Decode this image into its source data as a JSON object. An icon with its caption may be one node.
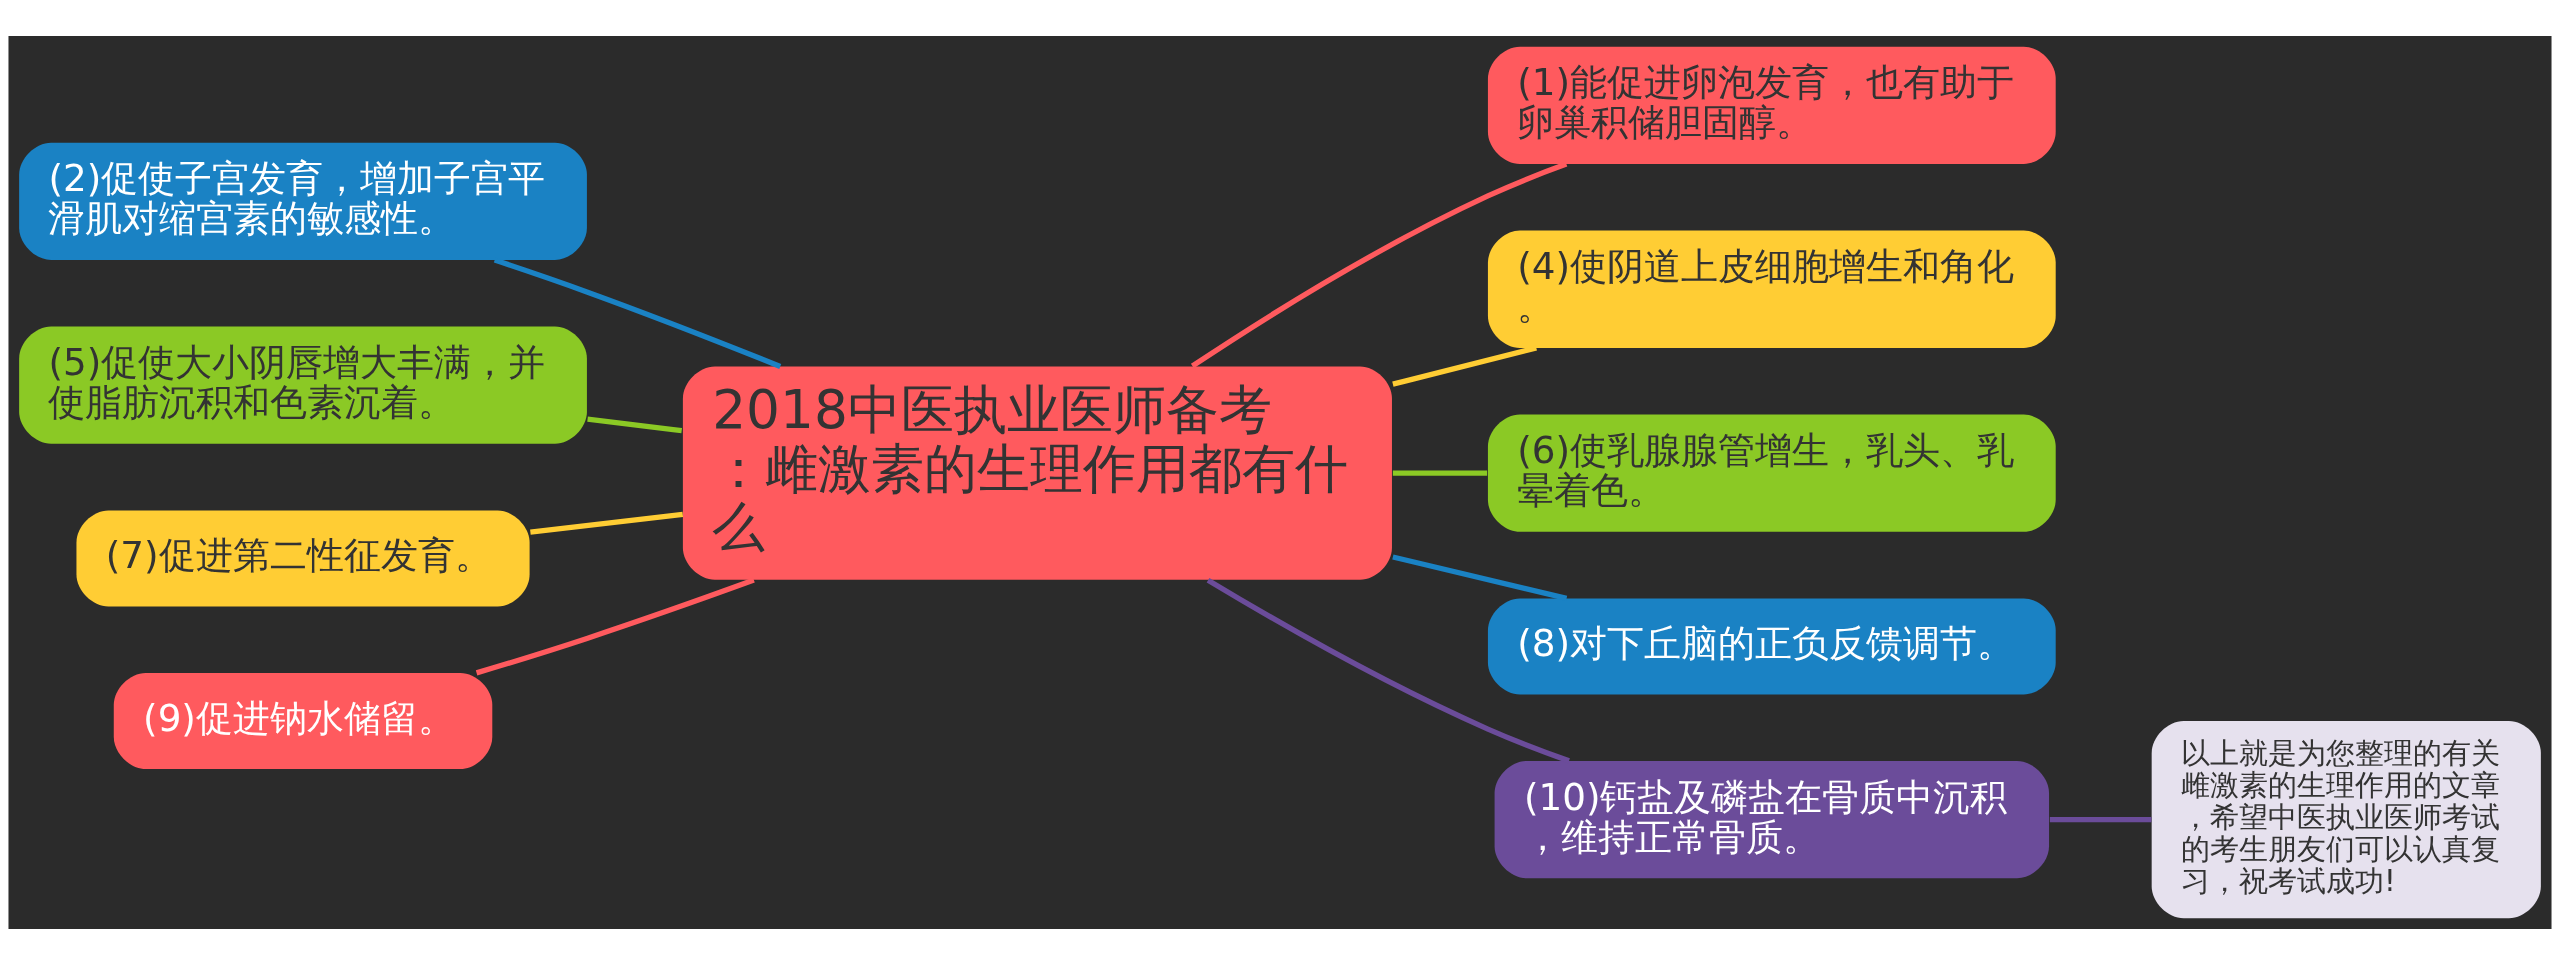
{
  "diagram": {
    "nodes": [
      {
        "text": [
          "2018中医执业医师备考：雌激素的生理作用都有什么"
        ]
      },
      {
        "text": [
          "(1)能促进卵泡发育，也有助于卵巢积储胆固醇。"
        ]
      },
      {
        "text": [
          "(2)促使子宫发育，增加子宫平滑肌对缩宫素的敏感性。"
        ]
      },
      {
        "text": [
          "(4)使阴道上皮细胞增生和角化。"
        ]
      },
      {
        "text": [
          "(5)促使大小阴唇增大丰满，并使脂肪沉积和色素沉着。"
        ]
      },
      {
        "text": [
          "(6)使乳腺腺管增生，乳头、乳晕着色。"
        ]
      },
      {
        "text": [
          "(7)促进第二性征发育。"
        ]
      },
      {
        "text": [
          "(8)对下丘脑的正负反馈调节。"
        ]
      },
      {
        "text": [
          "(9)促进钠水储留。"
        ]
      },
      {
        "text": [
          "(10)钙盐及磷盐在骨质中沉积，维持正常骨质。"
        ]
      },
      {
        "text": [
          "以上就是为您整理的有关雌激素的生理作用的文章，希望中医执业医师考试的考生朋友们可以认真复习，祝考试成功!"
        ]
      }
    ],
    "edges": [
      {
        "from": 0,
        "to": 1,
        "arrow": "none",
        "color": "#ff5a5e"
      },
      {
        "from": 0,
        "to": 2,
        "arrow": "none",
        "color": "#1a82c4"
      },
      {
        "from": 0,
        "to": 3,
        "arrow": "none",
        "color": "#ffcd34"
      },
      {
        "from": 0,
        "to": 4,
        "arrow": "none",
        "color": "#8bc925"
      },
      {
        "from": 0,
        "to": 5,
        "arrow": "none",
        "color": "#8bc925"
      },
      {
        "from": 0,
        "to": 6,
        "arrow": "none",
        "color": "#ffcd34"
      },
      {
        "from": 0,
        "to": 7,
        "arrow": "none",
        "color": "#1a82c4"
      },
      {
        "from": 0,
        "to": 8,
        "arrow": "none",
        "color": "#ff5a5e"
      },
      {
        "from": 0,
        "to": 9,
        "arrow": "none",
        "color": "#6b4c9a"
      },
      {
        "from": 9,
        "to": 10,
        "arrow": "none",
        "color": "#6b4c9a"
      }
    ]
  }
}
